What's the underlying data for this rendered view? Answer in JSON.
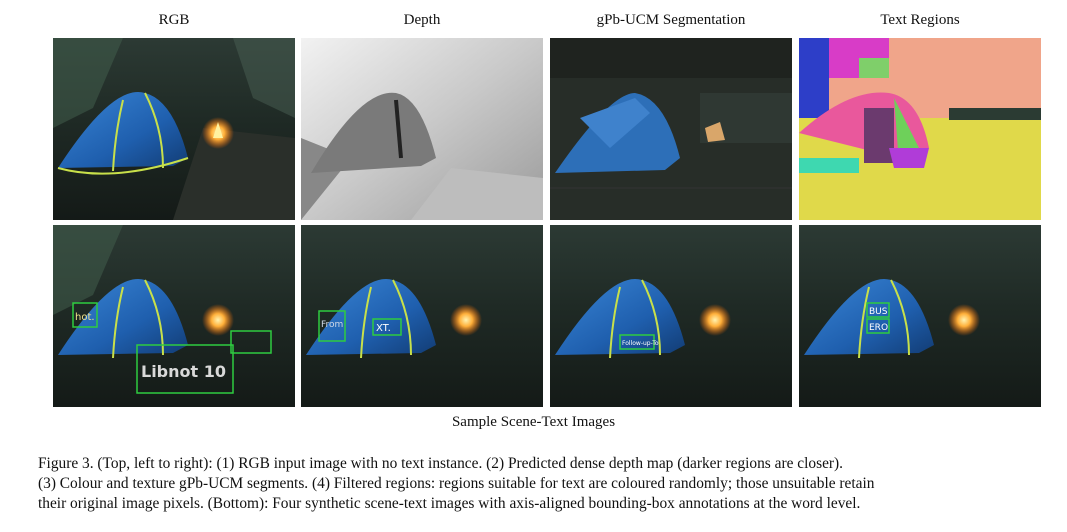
{
  "columns": {
    "rgb": "RGB",
    "depth": "Depth",
    "gpb": "gPb-UCM Segmentation",
    "text_regions": "Text Regions"
  },
  "synthetic_text": {
    "img1": [
      "hot.",
      "Libnot 10"
    ],
    "img2": [
      "From",
      "XT."
    ],
    "img3": [
      "Follow-up-To"
    ],
    "img4": [
      "BUS",
      "ERO"
    ]
  },
  "subcaption": "Sample Scene-Text Images",
  "caption": {
    "line1": "Figure 3. (Top, left to right): (1) RGB input image with no text instance. (2) Predicted dense depth map (darker regions are closer).",
    "line2": "(3) Colour and texture gPb-UCM segments. (4) Filtered regions: regions suitable for text are coloured randomly; those unsuitable retain",
    "line3": "their original image pixels. (Bottom): Four synthetic scene-text images with axis-aligned bounding-box annotations at the word level."
  },
  "colors": {
    "box_green": "#2ecc40",
    "tent_blue": "#1f5fae",
    "fire": "#ffb03a"
  }
}
